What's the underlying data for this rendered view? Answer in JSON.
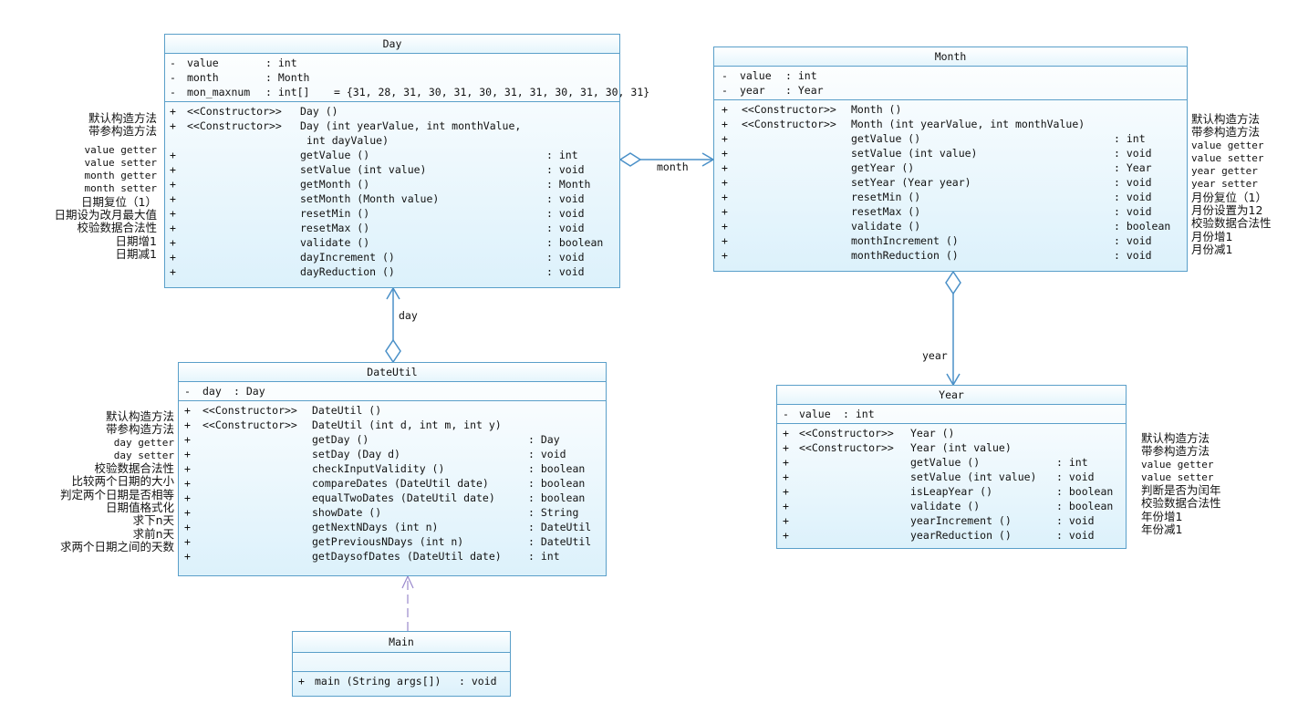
{
  "classes": {
    "day": {
      "name": "Day",
      "attributes": [
        {
          "vis": "-",
          "name": "value",
          "type": ": int",
          "extra": ""
        },
        {
          "vis": "-",
          "name": "month",
          "type": ": Month",
          "extra": ""
        },
        {
          "vis": "-",
          "name": "mon_maxnum",
          "type": ": int[]",
          "extra": "= {31, 28, 31, 30, 31, 30, 31, 31, 30, 31, 30, 31}"
        }
      ],
      "constructors": [
        {
          "vis": "+",
          "stereo": "<<Constructor>>",
          "sig": "Day ()"
        },
        {
          "vis": "+",
          "stereo": "<<Constructor>>",
          "sig": "Day (int yearValue, int monthValue,",
          "sig2": "int dayValue)"
        }
      ],
      "methods": [
        {
          "vis": "+",
          "name": "getValue ()",
          "ret": ": int"
        },
        {
          "vis": "+",
          "name": "setValue (int value)",
          "ret": ": void"
        },
        {
          "vis": "+",
          "name": "getMonth ()",
          "ret": ": Month"
        },
        {
          "vis": "+",
          "name": "setMonth (Month value)",
          "ret": ": void"
        },
        {
          "vis": "+",
          "name": "resetMin ()",
          "ret": ": void"
        },
        {
          "vis": "+",
          "name": "resetMax ()",
          "ret": ": void"
        },
        {
          "vis": "+",
          "name": "validate ()",
          "ret": ": boolean"
        },
        {
          "vis": "+",
          "name": "dayIncrement ()",
          "ret": ": void"
        },
        {
          "vis": "+",
          "name": "dayReduction ()",
          "ret": ": void"
        }
      ]
    },
    "month": {
      "name": "Month",
      "attributes": [
        {
          "vis": "-",
          "name": "value",
          "type": ": int"
        },
        {
          "vis": "-",
          "name": "year",
          "type": ": Year"
        }
      ],
      "constructors": [
        {
          "vis": "+",
          "stereo": "<<Constructor>>",
          "sig": "Month ()"
        },
        {
          "vis": "+",
          "stereo": "<<Constructor>>",
          "sig": "Month (int yearValue, int monthValue)"
        }
      ],
      "methods": [
        {
          "vis": "+",
          "name": "getValue ()",
          "ret": ": int"
        },
        {
          "vis": "+",
          "name": "setValue (int value)",
          "ret": ": void"
        },
        {
          "vis": "+",
          "name": "getYear ()",
          "ret": ": Year"
        },
        {
          "vis": "+",
          "name": "setYear (Year year)",
          "ret": ": void"
        },
        {
          "vis": "+",
          "name": "resetMin ()",
          "ret": ": void"
        },
        {
          "vis": "+",
          "name": "resetMax ()",
          "ret": ": void"
        },
        {
          "vis": "+",
          "name": "validate ()",
          "ret": ": boolean"
        },
        {
          "vis": "+",
          "name": "monthIncrement ()",
          "ret": ": void"
        },
        {
          "vis": "+",
          "name": "monthReduction ()",
          "ret": ": void"
        }
      ]
    },
    "year": {
      "name": "Year",
      "attributes": [
        {
          "vis": "-",
          "name": "value",
          "type": ": int"
        }
      ],
      "constructors": [
        {
          "vis": "+",
          "stereo": "<<Constructor>>",
          "sig": "Year ()"
        },
        {
          "vis": "+",
          "stereo": "<<Constructor>>",
          "sig": "Year (int value)"
        }
      ],
      "methods": [
        {
          "vis": "+",
          "name": "getValue ()",
          "ret": ": int"
        },
        {
          "vis": "+",
          "name": "setValue (int value)",
          "ret": ": void"
        },
        {
          "vis": "+",
          "name": "isLeapYear ()",
          "ret": ": boolean"
        },
        {
          "vis": "+",
          "name": "validate ()",
          "ret": ": boolean"
        },
        {
          "vis": "+",
          "name": "yearIncrement ()",
          "ret": ": void"
        },
        {
          "vis": "+",
          "name": "yearReduction ()",
          "ret": ": void"
        }
      ]
    },
    "dateutil": {
      "name": "DateUtil",
      "attributes": [
        {
          "vis": "-",
          "name": "day",
          "type": ": Day"
        }
      ],
      "constructors": [
        {
          "vis": "+",
          "stereo": "<<Constructor>>",
          "sig": "DateUtil ()"
        },
        {
          "vis": "+",
          "stereo": "<<Constructor>>",
          "sig": "DateUtil (int d, int m, int y)"
        }
      ],
      "methods": [
        {
          "vis": "+",
          "name": "getDay ()",
          "ret": ": Day"
        },
        {
          "vis": "+",
          "name": "setDay (Day d)",
          "ret": ": void"
        },
        {
          "vis": "+",
          "name": "checkInputValidity ()",
          "ret": ": boolean"
        },
        {
          "vis": "+",
          "name": "compareDates (DateUtil date)",
          "ret": ": boolean"
        },
        {
          "vis": "+",
          "name": "equalTwoDates (DateUtil date)",
          "ret": ": boolean"
        },
        {
          "vis": "+",
          "name": "showDate ()",
          "ret": ": String"
        },
        {
          "vis": "+",
          "name": "getNextNDays (int n)",
          "ret": ": DateUtil"
        },
        {
          "vis": "+",
          "name": "getPreviousNDays (int n)",
          "ret": ": DateUtil"
        },
        {
          "vis": "+",
          "name": "getDaysofDates (DateUtil date)",
          "ret": ": int"
        }
      ]
    },
    "main": {
      "name": "Main",
      "methods": [
        {
          "vis": "+",
          "name": "main (String args[])",
          "ret": ": void"
        }
      ]
    }
  },
  "associations": {
    "day_month": "month",
    "month_year": "year",
    "dateutil_day": "day"
  },
  "notes": {
    "day": [
      "默认构造方法",
      "带参构造方法",
      "",
      "value getter",
      "value setter",
      "month getter",
      "month setter",
      "日期复位（1）",
      "日期设为改月最大值",
      "校验数据合法性",
      "日期增1",
      "日期减1"
    ],
    "month": [
      "默认构造方法",
      "带参构造方法",
      "value getter",
      "value setter",
      "year getter",
      "year setter",
      "月份复位（1）",
      "月份设置为12",
      "校验数据合法性",
      "月份增1",
      "月份减1"
    ],
    "year": [
      "默认构造方法",
      "带参构造方法",
      "value getter",
      "value setter",
      "判断是否为闰年",
      "校验数据合法性",
      "年份增1",
      "年份减1"
    ],
    "dateutil": [
      "默认构造方法",
      "带参构造方法",
      "day getter",
      "day setter",
      "校验数据合法性",
      "比较两个日期的大小",
      "判定两个日期是否相等",
      "日期值格式化",
      "求下n天",
      "求前n天",
      "求两个日期之间的天数"
    ]
  }
}
